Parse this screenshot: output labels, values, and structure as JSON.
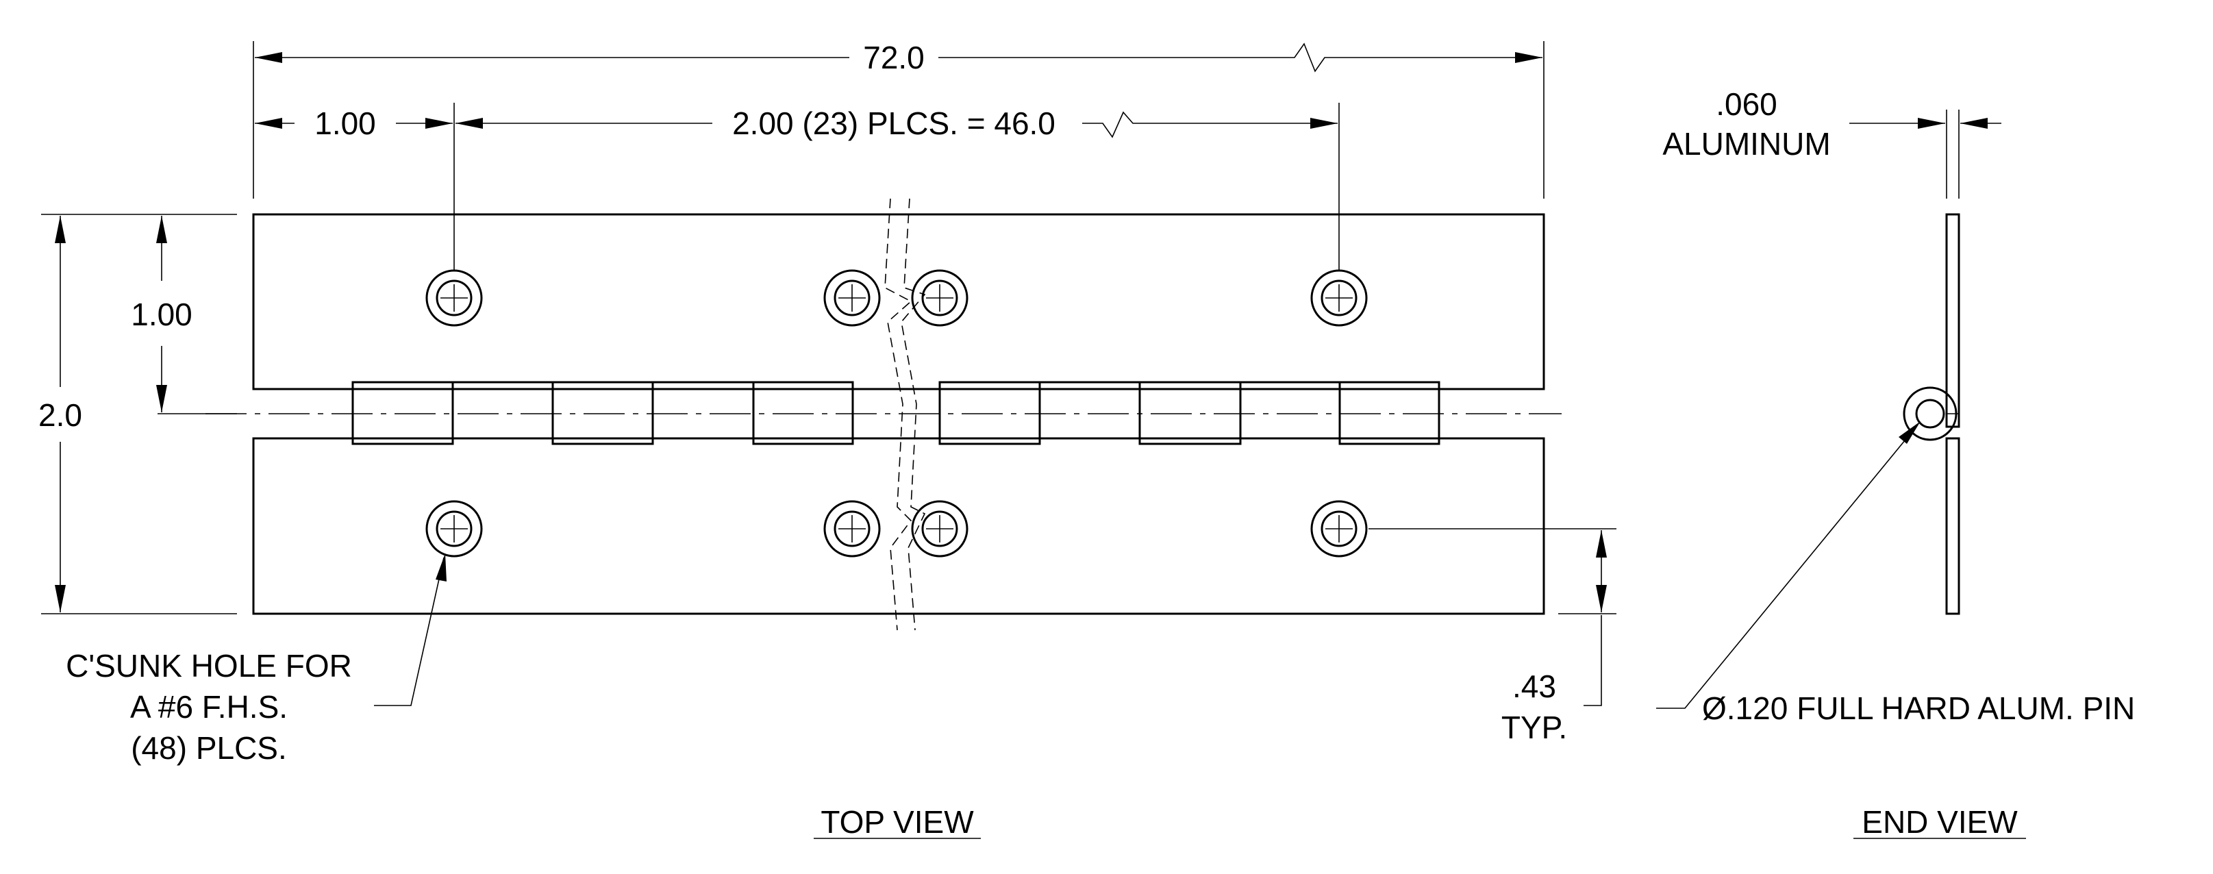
{
  "top_view": {
    "overall_length": "72.0",
    "edge_to_hole": "1.00",
    "hole_spacing": "2.00 (23) PLCS. = 46.0",
    "hole_row_offset": "1.00",
    "overall_width": "2.0",
    "hole_edge_distance_value": ".43",
    "hole_edge_distance_note": "TYP.",
    "hole_note_line1": "C'SUNK HOLE FOR",
    "hole_note_line2": "A #6 F.H.S.",
    "hole_note_line3": "(48) PLCS.",
    "title": "TOP VIEW"
  },
  "end_view": {
    "thickness_value": ".060",
    "thickness_material": "ALUMINUM",
    "pin_note": "Ø.120 FULL HARD ALUM. PIN",
    "title": "END VIEW"
  }
}
